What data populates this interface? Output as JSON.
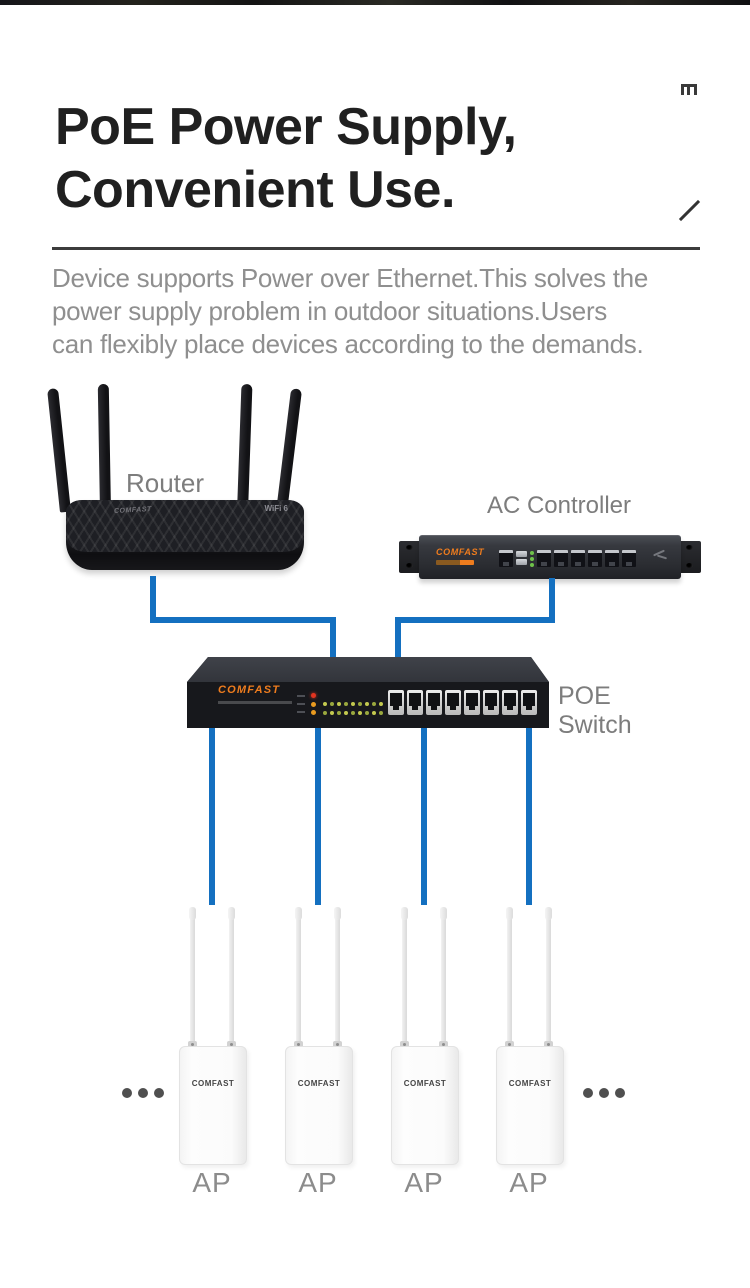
{
  "header": {
    "title_line1": "PoE Power Supply,",
    "title_line2": "Convenient Use.",
    "description_lines": [
      "Device supports Power over Ethernet.This solves the",
      "power supply problem in outdoor situations.Users",
      "can flexibly place devices according to the demands."
    ]
  },
  "diagram": {
    "router": {
      "label": "Router",
      "brand": "COMFAST",
      "badge": "WiFi 6"
    },
    "ac_controller": {
      "label": "AC Controller",
      "brand": "COMFAST"
    },
    "poe_switch": {
      "label": "POE Switch",
      "brand": "COMFAST"
    },
    "aps": [
      {
        "label": "AP",
        "brand": "COMFAST"
      },
      {
        "label": "AP",
        "brand": "COMFAST"
      },
      {
        "label": "AP",
        "brand": "COMFAST"
      },
      {
        "label": "AP",
        "brand": "COMFAST"
      }
    ],
    "colors": {
      "connection_blue": "#1470c0",
      "brand_orange": "#ee7c1e"
    }
  }
}
